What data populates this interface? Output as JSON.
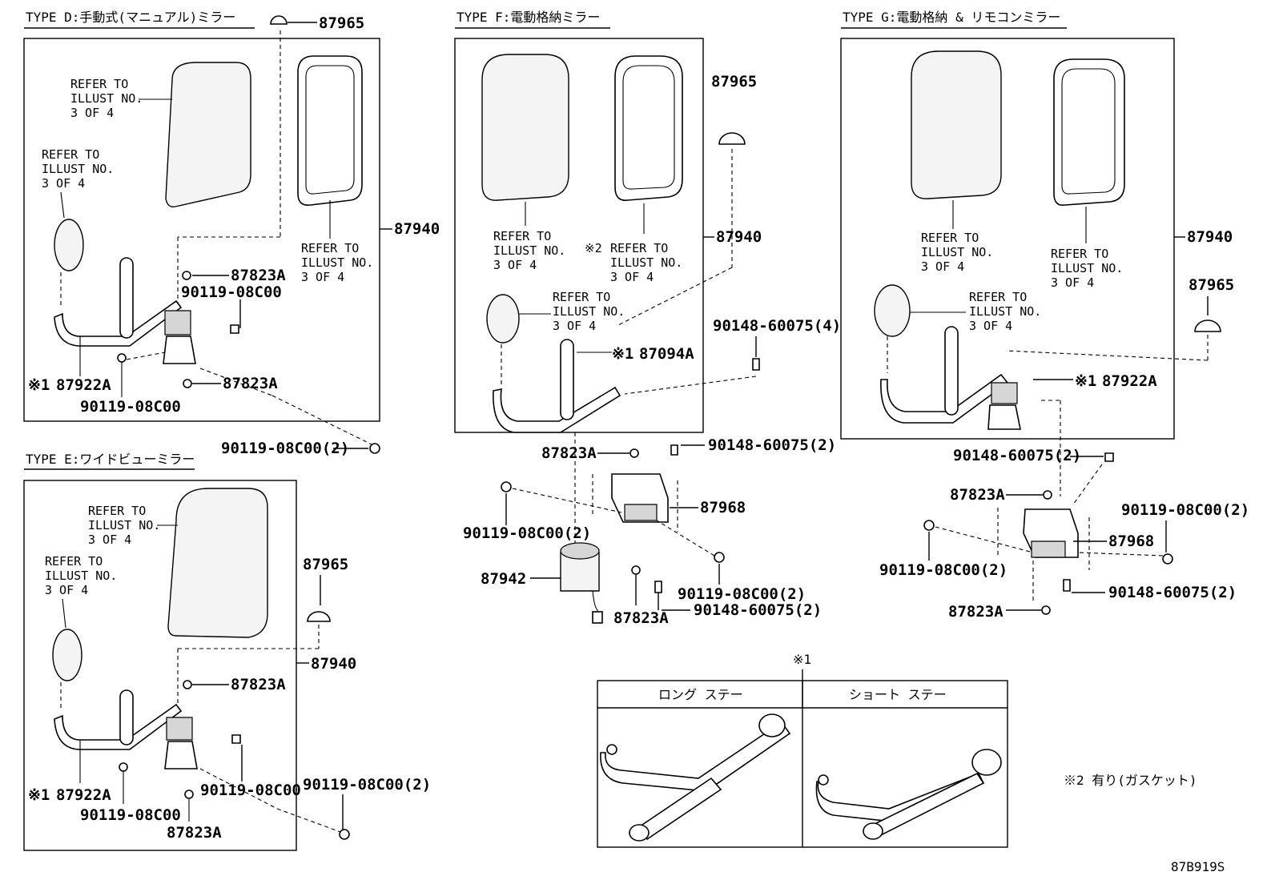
{
  "headers": {
    "type_d": "TYPE D:手動式(マニュアル)ミラー",
    "type_e": "TYPE E:ワイドビューミラー",
    "type_f": "TYPE F:電動格納ミラー",
    "type_g": "TYPE G:電動格納 & リモコンミラー"
  },
  "refer": {
    "line1": "REFER TO",
    "line2": "ILLUST NO.",
    "line3": "3 OF 4",
    "note2_prefix": "※2"
  },
  "parts": {
    "p87965": "87965",
    "p87940": "87940",
    "p87823A": "87823A",
    "p90119": "90119-08C00",
    "p90119_2": "90119-08C00(2)",
    "p87922A": "87922A",
    "p87094A": "87094A",
    "p90148_4": "90148-60075(4)",
    "p90148_2": "90148-60075(2)",
    "p87968": "87968",
    "p87942": "87942",
    "mark1": "※1"
  },
  "stay_table": {
    "marker": "※1",
    "long_stay": "ロング ステー",
    "short_stay": "ショート ステー"
  },
  "note2": "※2 有り(ガスケット)",
  "diagram_code": "87B919S"
}
